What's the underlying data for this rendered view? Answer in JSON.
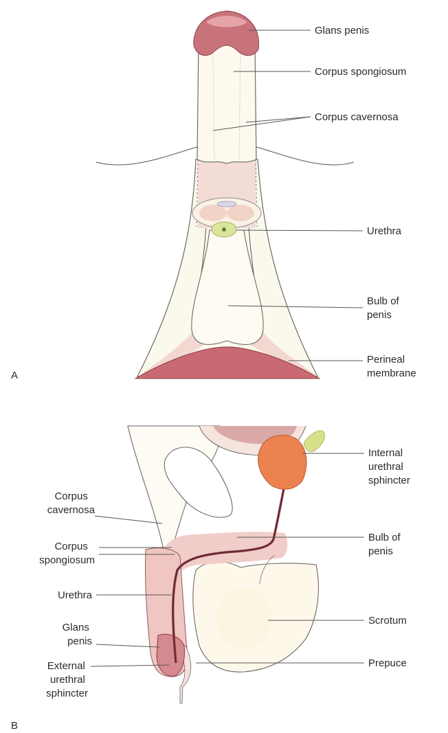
{
  "panel_a": {
    "letter": "A",
    "labels": {
      "glans_penis": [
        "Glans penis"
      ],
      "corpus_spongiosum": [
        "Corpus spongiosum"
      ],
      "corpus_cavernosa": [
        "Corpus cavernosa"
      ],
      "urethra": [
        "Urethra"
      ],
      "bulb_of_penis": [
        "Bulb of",
        "penis"
      ],
      "perineal_membrane": [
        "Perineal",
        "membrane"
      ]
    }
  },
  "panel_b": {
    "letter": "B",
    "labels": {
      "corpus_cavernosa": [
        "Corpus",
        "cavernosa"
      ],
      "corpus_spongiosum": [
        "Corpus",
        "spongiosum"
      ],
      "urethra": [
        "Urethra"
      ],
      "glans_penis": [
        "Glans",
        "penis"
      ],
      "external_urethral_sphincter": [
        "External",
        "urethral",
        "sphincter"
      ],
      "internal_urethral_sphincter": [
        "Internal",
        "urethral",
        "sphincter"
      ],
      "bulb_of_penis": [
        "Bulb of",
        "penis"
      ],
      "scrotum": [
        "Scrotum"
      ],
      "prepuce": [
        "Prepuce"
      ]
    }
  },
  "colors": {
    "glans": "#c8737a",
    "tissue_pink": "#f1d2d0",
    "cream": "#fbf8ec",
    "urethra_green": "#d9e59a",
    "membrane": "#c96a72",
    "prostate": "#ec8250",
    "vesicle": "#d8e08a"
  }
}
